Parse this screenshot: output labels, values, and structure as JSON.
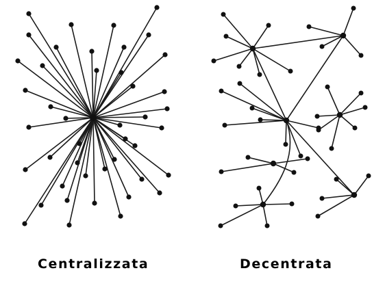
{
  "diagrams": [
    {
      "id": "centralized",
      "caption": "Centralizzata"
    },
    {
      "id": "decentralized",
      "caption": "Decentrata"
    }
  ],
  "colors": {
    "edge": "#1a1a1a",
    "node": "#111111",
    "caption": "#000000",
    "background": "#ffffff"
  }
}
